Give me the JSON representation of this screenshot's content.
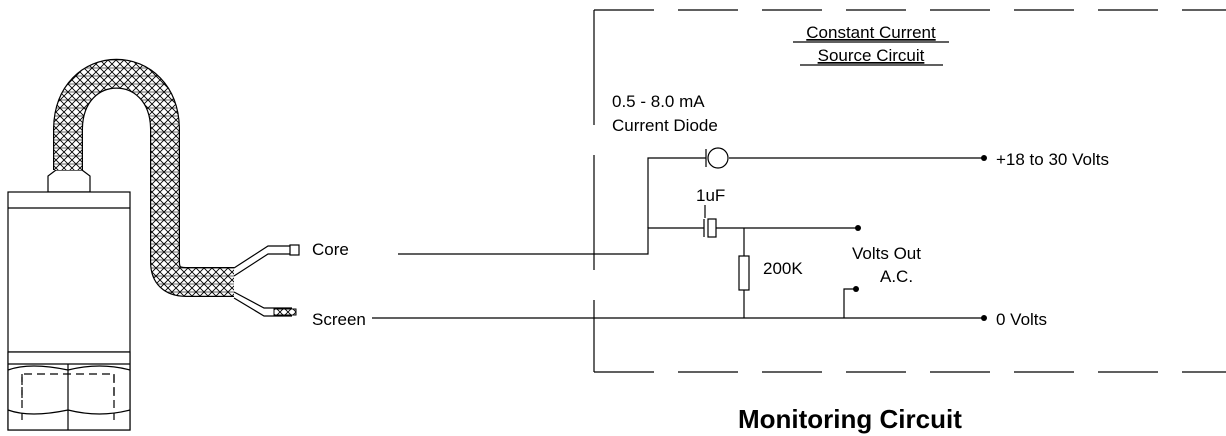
{
  "diagram": {
    "box_title_line1": "Constant Current",
    "box_title_line2": "Source Circuit",
    "diode_label_line1": "0.5 - 8.0 mA",
    "diode_label_line2": "Current Diode",
    "capacitor_label": "1uF",
    "resistor_label": "200K",
    "volts_out_line1": "Volts Out",
    "volts_out_line2": "A.C.",
    "supply_label": "+18 to 30 Volts",
    "ground_label": "0 Volts",
    "core_label": "Core",
    "screen_label": "Screen",
    "footer_title": "Monitoring Circuit"
  },
  "colors": {
    "line": "#000000",
    "background": "#ffffff"
  },
  "icons": [
    "sensor-body-icon",
    "braided-cable-icon",
    "current-diode-icon",
    "capacitor-icon",
    "resistor-icon"
  ]
}
